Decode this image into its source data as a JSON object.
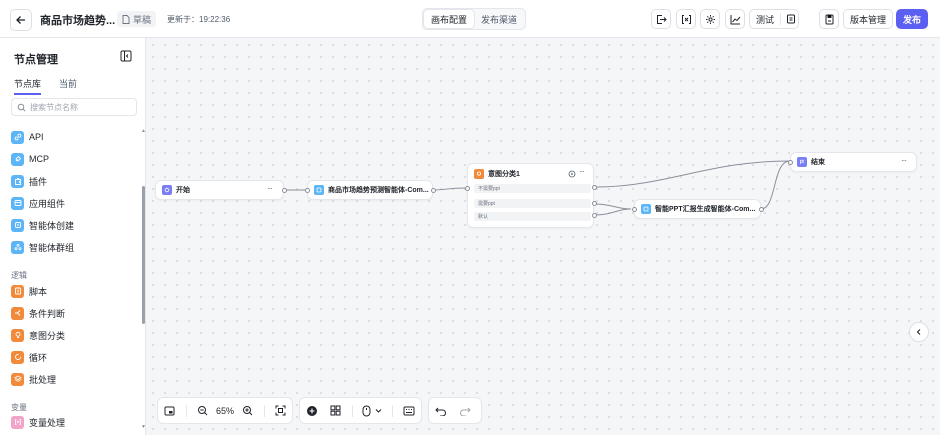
{
  "header": {
    "title": "商品市场趋势...",
    "draft_label": "草稿",
    "updated_label": "更新于：19:22:36",
    "tabs": [
      "画布配置",
      "发布渠道"
    ],
    "test_label": "测试",
    "version_label": "版本管理",
    "publish_label": "发布"
  },
  "sidebar": {
    "title": "节点管理",
    "tabs": [
      "节点库",
      "当前"
    ],
    "search_placeholder": "搜索节点名称",
    "items": [
      {
        "label": "API",
        "icon": "link-icon"
      },
      {
        "label": "MCP",
        "icon": "plug-icon"
      },
      {
        "label": "插件",
        "icon": "puzzle-icon"
      },
      {
        "label": "应用组件",
        "icon": "app-icon"
      },
      {
        "label": "智能体创建",
        "icon": "agent-icon"
      },
      {
        "label": "智能体群组",
        "icon": "group-icon"
      }
    ],
    "groups": [
      {
        "label": "逻辑",
        "items": [
          {
            "label": "脚本",
            "icon": "script-icon"
          },
          {
            "label": "条件判断",
            "icon": "branch-icon"
          },
          {
            "label": "意图分类",
            "icon": "bulb-icon"
          },
          {
            "label": "循环",
            "icon": "loop-icon"
          },
          {
            "label": "批处理",
            "icon": "batch-icon"
          }
        ]
      },
      {
        "label": "变量",
        "items": [
          {
            "label": "变量处理",
            "icon": "variable-icon"
          }
        ]
      }
    ]
  },
  "nodes": {
    "start": {
      "label": "开始"
    },
    "agent1": {
      "label": "商品市场趋势预测智能体-Com..."
    },
    "classifier": {
      "label": "意图分类1",
      "options": [
        "不需要ppt",
        "需要ppt",
        "默认"
      ]
    },
    "agent2": {
      "label": "智能PPT汇报生成智能体-Com..."
    },
    "end": {
      "label": "结束"
    }
  },
  "toolbar": {
    "zoom": "65%"
  },
  "colors": {
    "accent": "#5b5ff2",
    "node_blue": "#5cb5f7",
    "node_orange": "#f28a3b",
    "node_purple": "#7b7ff5"
  }
}
